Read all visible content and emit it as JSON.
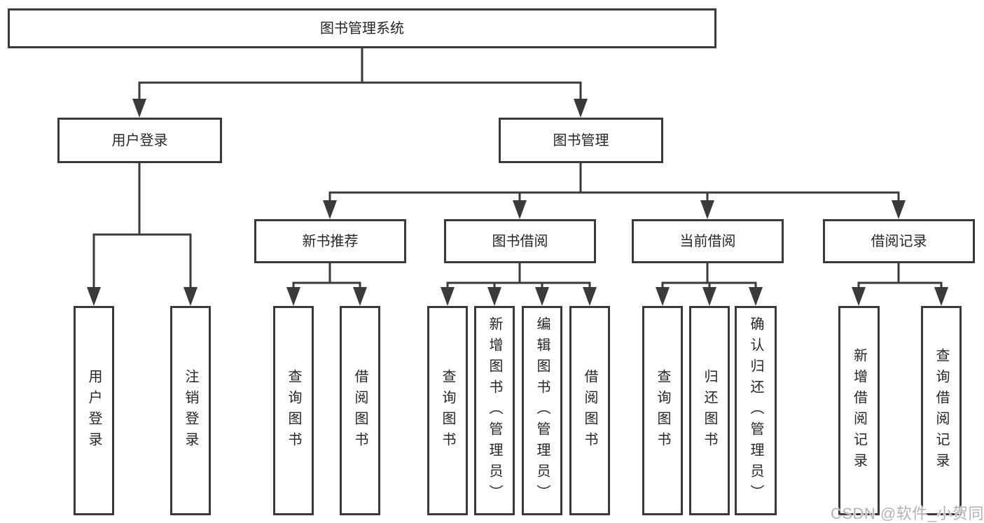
{
  "tree": {
    "root_label": "图书管理系统",
    "level2": [
      "用户登录",
      "图书管理"
    ],
    "level3": [
      "新书推荐",
      "图书借阅",
      "当前借阅",
      "借阅记录"
    ],
    "leaves_user": [
      "用户登录",
      "注销登录"
    ],
    "leaves_recommend": [
      "查询图书",
      "借阅图书"
    ],
    "leaves_borrow": [
      "查询图书",
      "新增图书（管理员）",
      "编辑图书（管理员）",
      "借阅图书"
    ],
    "leaves_current": [
      "查询图书",
      "归还图书",
      "确认归还（管理员）"
    ],
    "leaves_records": [
      "新增借阅记录",
      "查询借阅记录"
    ]
  },
  "watermark": {
    "text": "CSDN @软件_小贺同学"
  },
  "colors": {
    "line": "#3a3a3a",
    "box_border": "#3a3a3a",
    "text": "#262626",
    "background": "#ffffff",
    "watermark": "#b3b3b3"
  }
}
